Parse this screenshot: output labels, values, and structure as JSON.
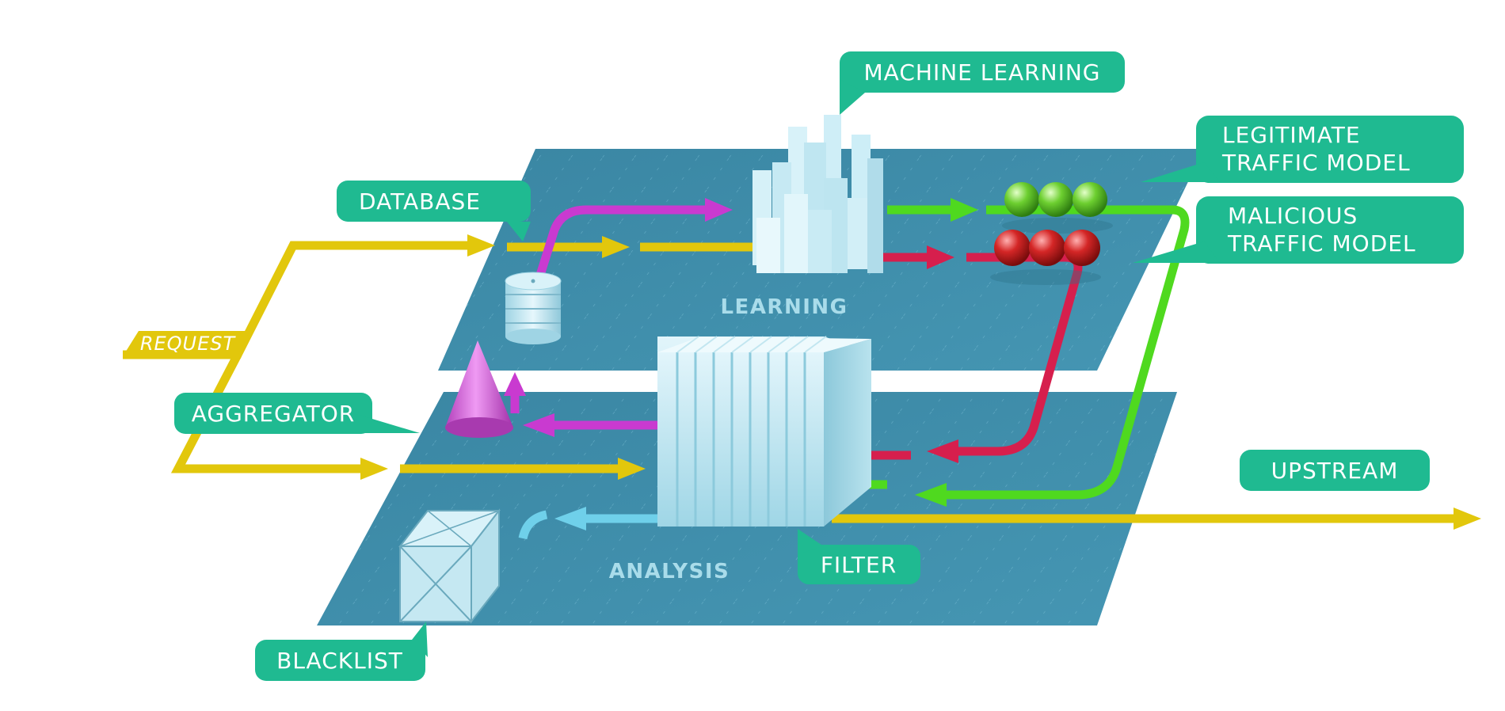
{
  "planes": {
    "learning": "LEARNING",
    "analysis": "ANALYSIS"
  },
  "callouts": {
    "machine_learning": "MACHINE LEARNING",
    "database": "DATABASE",
    "legitimate_line1": "LEGITIMATE",
    "legitimate_line2": "TRAFFIC MODEL",
    "malicious_line1": "MALICIOUS",
    "malicious_line2": "TRAFFIC MODEL",
    "aggregator": "AGGREGATOR",
    "upstream": "UPSTREAM",
    "filter": "FILTER",
    "blacklist": "BLACKLIST",
    "request": "REQUEST"
  },
  "colors": {
    "plane": "#3f8eaa",
    "callout": "#1fba91",
    "request_flow": "#e2c70c",
    "learning_flow": "#c93ad0",
    "legitimate_flow": "#4fd91f",
    "malicious_flow": "#d61f4d",
    "blacklist_flow": "#6fd0ea"
  }
}
